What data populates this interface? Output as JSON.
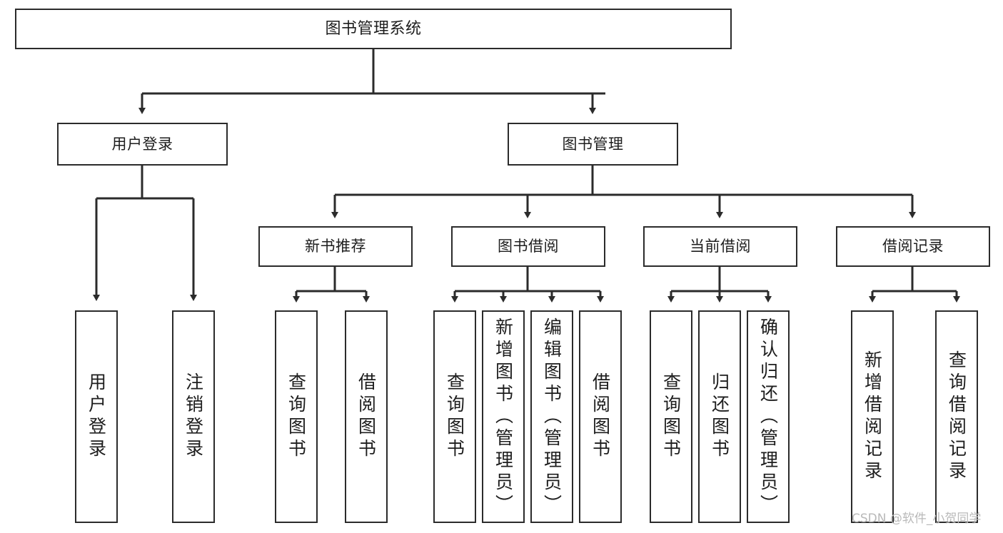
{
  "diagram": {
    "type": "tree-hierarchy",
    "title": "图书管理系统",
    "root": {
      "id": "root",
      "label": "图书管理系统",
      "children": [
        {
          "id": "user-login",
          "label": "用户登录",
          "children": [
            {
              "id": "user-login-leaf",
              "label": "用户登录"
            },
            {
              "id": "user-logout-leaf",
              "label": "注销登录"
            }
          ]
        },
        {
          "id": "book-manage",
          "label": "图书管理",
          "children": [
            {
              "id": "new-book-recommend",
              "label": "新书推荐",
              "children": [
                {
                  "id": "query-book-1",
                  "label": "查询图书"
                },
                {
                  "id": "borrow-book-1",
                  "label": "借阅图书"
                }
              ]
            },
            {
              "id": "book-borrow",
              "label": "图书借阅",
              "children": [
                {
                  "id": "query-book-2",
                  "label": "查询图书"
                },
                {
                  "id": "add-book",
                  "label": "新增图书（管理员）"
                },
                {
                  "id": "edit-book",
                  "label": "编辑图书（管理员）"
                },
                {
                  "id": "borrow-book-2",
                  "label": "借阅图书"
                }
              ]
            },
            {
              "id": "current-borrow",
              "label": "当前借阅",
              "children": [
                {
                  "id": "query-book-3",
                  "label": "查询图书"
                },
                {
                  "id": "return-book",
                  "label": "归还图书"
                },
                {
                  "id": "confirm-return",
                  "label": "确认归还（管理员）"
                }
              ]
            },
            {
              "id": "borrow-record",
              "label": "借阅记录",
              "children": [
                {
                  "id": "add-borrow-record",
                  "label": "新增借阅记录"
                },
                {
                  "id": "query-borrow-record",
                  "label": "查询借阅记录"
                }
              ]
            }
          ]
        }
      ]
    }
  },
  "watermark": {
    "text": "CSDN @软件_小贺同学"
  },
  "colors": {
    "stroke": "#2b2b2b",
    "text": "#1d1d1d",
    "background": "#ffffff",
    "watermark": "#b9b9b9"
  }
}
